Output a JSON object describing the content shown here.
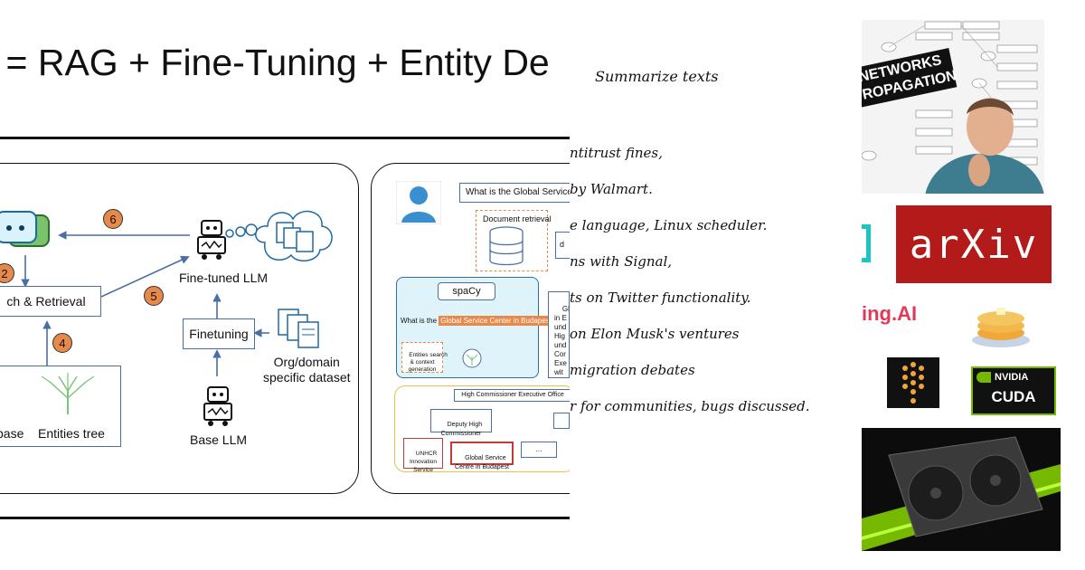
{
  "slide": {
    "title": "i = RAG + Fine-Tuning + Entity De",
    "left_diagram": {
      "badges": [
        "6",
        "2",
        "5",
        "4"
      ],
      "search_retrieval": "ch & Retrieval",
      "fine_tuned_llm": "Fine-tuned LLM",
      "finetuning": "Finetuning",
      "org_dataset": "Org/domain\nspecific dataset",
      "base_llm": "Base LLM",
      "database": "base",
      "entities_tree": "Entities tree"
    },
    "right_diagram": {
      "question": "What is the Global Service Cen",
      "document_retrieval": "Document retrieval",
      "doc_cut": "d",
      "spacy": "spaCy",
      "question_prefix": "What is the",
      "question_entity": "Global Service Center in Budapest",
      "question_mark": "?",
      "entities_search": "Entities search\n& context\ngeneration",
      "side_text": "Glo\nin E\nund\nHig\nund\nCor\nExe\nwit",
      "org_top": "High Commissioner Executive Office",
      "org_deputy": "Deputy High\nCommissioner",
      "org_unhcr": "UNHCR\nInnovation\nService",
      "org_gsc": "Global Service\nCentre in Budapest",
      "org_more": "..."
    }
  },
  "notes": {
    "heading": "Summarize texts",
    "lines": [
      "ntitrust fines,",
      "by Walmart.",
      "e language, Linux scheduler.",
      "ns with Signal,",
      "ts on Twitter functionality.",
      "on Elon Musk's ventures",
      "migration debates",
      "r for communities, bugs discussed."
    ]
  },
  "thumbs": {
    "networks_text_1": "NETWORKS",
    "networks_text_2": "ROPAGATION",
    "arxiv": "arXiv",
    "ingai": "ing.AI",
    "nvidia": "NVIDIA",
    "cuda": "CUDA"
  },
  "colors": {
    "badge": "#e7894b",
    "arxiv_red": "#b31b1b",
    "nvidia_green": "#76b900",
    "teal": "#19c6c4",
    "spacy_bg": "#dff3fb"
  }
}
